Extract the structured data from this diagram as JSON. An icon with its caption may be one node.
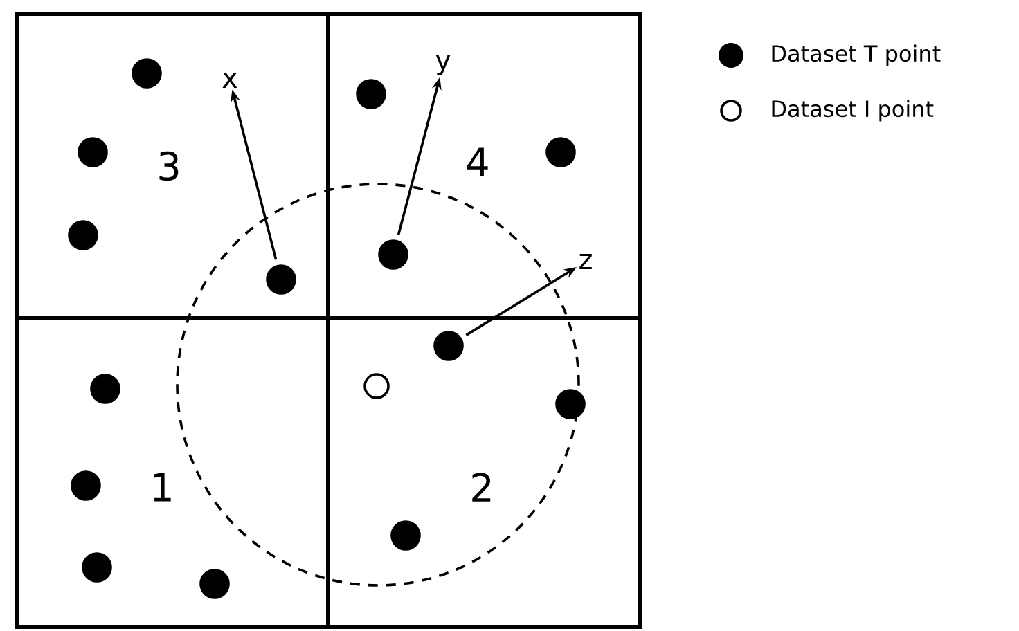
{
  "diagram": {
    "nodes": [
      {
        "text": [
          "3"
        ]
      },
      {
        "text": [
          "4"
        ]
      },
      {
        "text": [
          "1"
        ]
      },
      {
        "text": [
          "2"
        ]
      },
      {
        "text": [],
        "shape": "circle",
        "in": 0
      },
      {
        "text": [],
        "shape": "circle",
        "in": 0
      },
      {
        "text": [],
        "shape": "circle",
        "in": 0
      },
      {
        "text": [],
        "shape": "circle",
        "in": 0
      },
      {
        "text": [],
        "shape": "circle",
        "in": 1
      },
      {
        "text": [],
        "shape": "circle",
        "in": 1
      },
      {
        "text": [],
        "shape": "circle",
        "in": 1
      },
      {
        "text": [],
        "shape": "circle",
        "in": 2
      },
      {
        "text": [],
        "shape": "circle",
        "in": 2
      },
      {
        "text": [],
        "shape": "circle",
        "in": 2
      },
      {
        "text": [],
        "shape": "circle",
        "in": 2
      },
      {
        "text": [],
        "shape": "circle",
        "in": 3
      },
      {
        "text": [],
        "shape": "circle",
        "in": 3
      },
      {
        "text": [],
        "shape": "circle",
        "in": 3
      },
      {
        "text": [],
        "shape": "circle",
        "in": 3
      },
      {
        "text": [
          "x"
        ],
        "in": 0
      },
      {
        "text": [
          "y"
        ],
        "in": 1
      },
      {
        "text": [
          "z"
        ],
        "in": 1
      }
    ],
    "edges": [
      {
        "from": 7,
        "to": 19,
        "arrow": "to"
      },
      {
        "from": 10,
        "to": 20,
        "arrow": "to"
      },
      {
        "from": 15,
        "to": 21,
        "arrow": "to"
      }
    ],
    "legend": [
      {
        "text": "Dataset T point",
        "color": "#000000"
      },
      {
        "text": "Dataset I point"
      }
    ]
  }
}
